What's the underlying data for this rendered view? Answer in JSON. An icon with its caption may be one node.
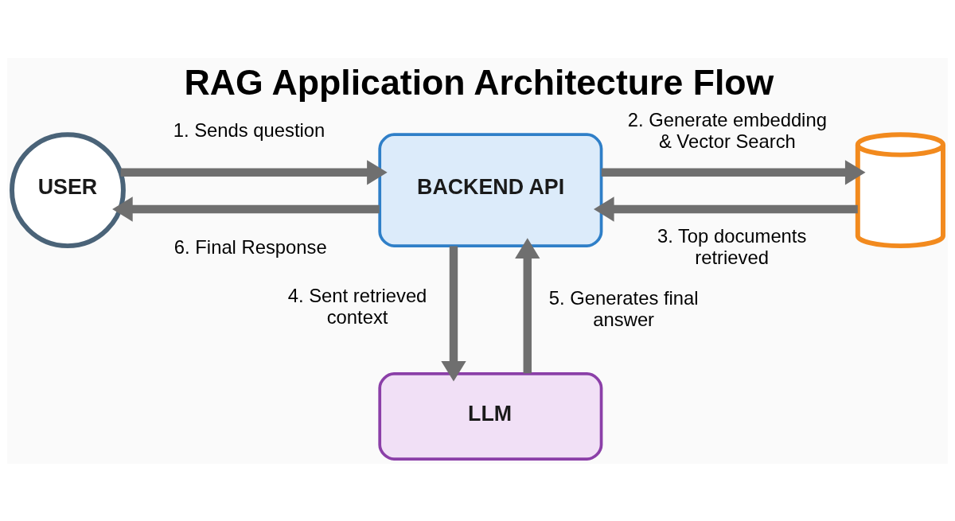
{
  "diagram": {
    "title": "RAG Application Architecture Flow",
    "nodes": [
      {
        "text": [
          "USER"
        ]
      },
      {
        "text": [
          "BACKEND API"
        ]
      },
      {
        "text": [],
        "shape": "cylinder"
      },
      {
        "text": [
          "LLM"
        ]
      }
    ],
    "edges": [
      {
        "from": 0,
        "to": 1,
        "arrow": "to",
        "label": "1. Sends question"
      },
      {
        "from": 1,
        "to": 2,
        "arrow": "to",
        "label": "2. Generate embedding & Vector Search"
      },
      {
        "from": 2,
        "to": 1,
        "arrow": "to",
        "label": "3. Top documents retrieved"
      },
      {
        "from": 1,
        "to": 3,
        "arrow": "to",
        "label": "4. Sent retrieved context"
      },
      {
        "from": 3,
        "to": 1,
        "arrow": "to",
        "label": "5. Generates final answer"
      },
      {
        "from": 1,
        "to": 0,
        "arrow": "to",
        "label": "6. Final Response"
      }
    ]
  }
}
